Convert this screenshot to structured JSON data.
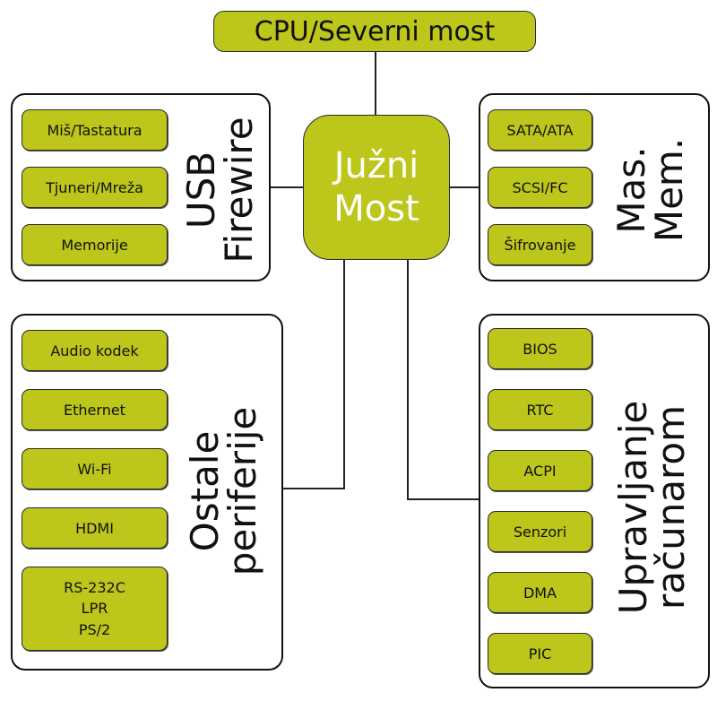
{
  "top_node": "CPU/Severni most",
  "center_node": {
    "line1": "Južni",
    "line2": "Most"
  },
  "groups": {
    "usb": {
      "label_lines": [
        "USB",
        "Firewire"
      ],
      "items": [
        "Miš/Tastatura",
        "Tjuneri/Mreža",
        "Memorije"
      ]
    },
    "storage": {
      "label_lines": [
        "Mas.",
        "Mem."
      ],
      "items": [
        "SATA/ATA",
        "SCSI/FC",
        "Šifrovanje"
      ]
    },
    "peripherals": {
      "label_lines": [
        "Ostale",
        "periferije"
      ],
      "items": [
        "Audio kodek",
        "Ethernet",
        "Wi-Fi",
        "HDMI"
      ],
      "multi_item": [
        "RS-232C",
        "LPR",
        "PS/2"
      ]
    },
    "management": {
      "label_lines": [
        "Upravljanje",
        "računarom"
      ],
      "items": [
        "BIOS",
        "RTC",
        "ACPI",
        "Senzori",
        "DMA",
        "PIC"
      ]
    }
  }
}
